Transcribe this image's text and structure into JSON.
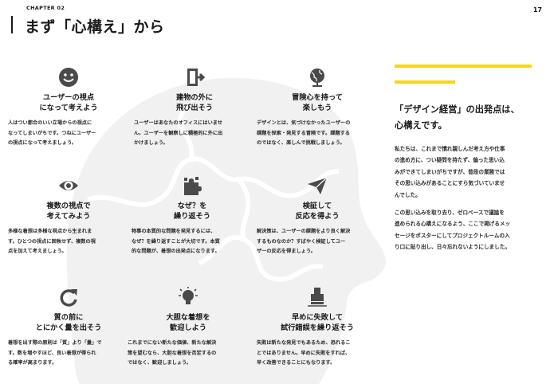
{
  "header": {
    "chapter": "CHAPTER 02",
    "title": "まず「心構え」から",
    "page_number": "17"
  },
  "items": [
    {
      "icon": "smiley-face-icon",
      "heading": "ユーザーの視点\nになって考えよう",
      "body": "人はつい都合のいい立場からの視点に\nなってしまいがちです。つねにユーザー\nの視点になって考えましょう。"
    },
    {
      "icon": "exit-door-icon",
      "heading": "建物の外に\n飛び出そう",
      "body": "ユーザーはあなたのオフィスにはいませ\nん。ユーザーを観察しに積極的に外に出\nかけましょう。"
    },
    {
      "icon": "globe-icon",
      "heading": "冒険心を持って\n楽しもう",
      "body": "デザインとは、気づけなかったユーザーの\n課題を探索・発見する冒険です。課題する\nのではなく、楽しんで挑戦しましょう。"
    },
    {
      "icon": "eye-icon",
      "heading": "複数の視点で\n考えてみよう",
      "body": "多様な着想は多様な視点から生まれま\nす。ひとつの視点に固執せず、複数の視\n点を加えて考えましょう。"
    },
    {
      "icon": "puzzle-icon",
      "heading": "なぜ？を\n繰り返そう",
      "body": "物事の本質的な問題を発見するには、\nなぜ？を繰り返すことが大切です。本質\n的な問題が、着想の出発点になります。"
    },
    {
      "icon": "paper-plane-icon",
      "heading": "検証して\n反応を得よう",
      "body": "解決策は、ユーザーの課題をより良く解決\nするものなのか？すばやく検証してユー\nザーの反応を得ましょう。"
    },
    {
      "icon": "refresh-icon",
      "heading": "質の前に\nとにかく量を出そう",
      "body": "着想を出す際の原則は「質」より「量」で\nす。数を増やすほど、良い着想が得られ\nる確率が高まります。"
    },
    {
      "icon": "lightbulb-icon",
      "heading": "大胆な着想を\n歓迎しよう",
      "body": "これまでにない新たな価値、新たな解決\n策を望むなら、大胆な着想を否定するの\nではなく、歓迎しましょう。"
    },
    {
      "icon": "eraser-icon",
      "heading": "早めに失敗して\n試行錯誤を繰り返そう",
      "body": "失敗は新たな発見でもあるため、恐れるこ\nとではありません。早めに失敗をすれば、\n早く改善できることにもなります。"
    }
  ],
  "sidebar": {
    "heading": "「デザイン経営」の出発点は、\n心構えです。",
    "paragraph1": "私たちは、これまで慣れ親しんだ考え方や仕事\nの進め方に、つい疑問を持たず、偏った思い込\nみができてしまいがちですが、普段の業務では\nその思い込みがあることにすら気づいていませ\nんでした。",
    "paragraph2": "この思い込みを取り去り、ゼロベースで議論を\n進められる心構えになるよう、ここで掲げるメッ\nセージをポスターにしてプロジェクトルームの入\nり口に貼り出し、日々忘れないようにしました。"
  },
  "colors": {
    "accent": "#f7d41e",
    "icon": "#4a4a4a",
    "background_shape": "#f2f2f2"
  }
}
